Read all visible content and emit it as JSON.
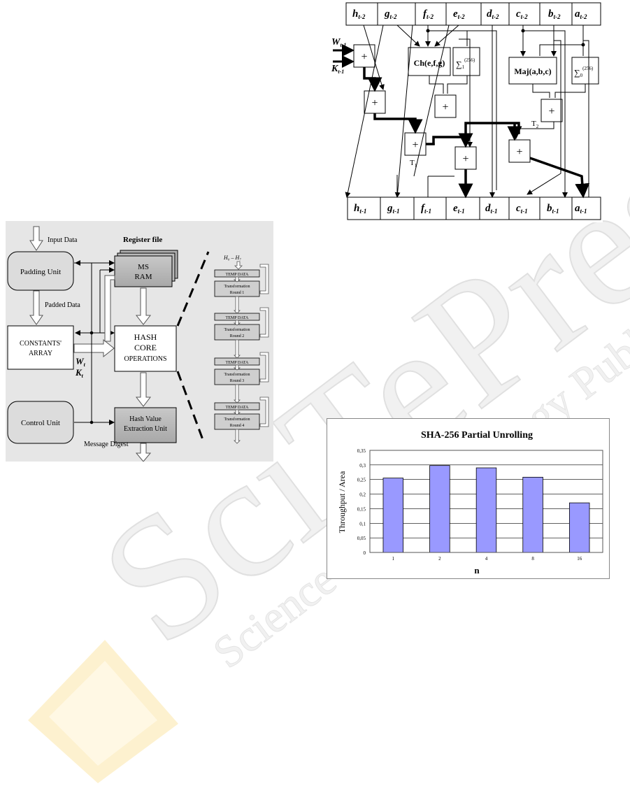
{
  "block_diagram": {
    "input_label": "Input Data",
    "padding_unit": "Padding Unit",
    "padded_label": "Padded Data",
    "constants_line1": "CONSTANTS'",
    "constants_line2": "ARRAY",
    "control_unit": "Control Unit",
    "register_file": "Register file",
    "ms_line1": "MS",
    "ms_line2": "RAM",
    "hash_line1": "HASH",
    "hash_line2": "CORE",
    "hash_line3": "OPERATIONS",
    "extract_line1": "Hash Value",
    "extract_line2": "Extraction Unit",
    "message_digest": "Message Digest",
    "w_label": "W",
    "w_sub": "t",
    "k_label": "K",
    "k_sub": "t",
    "h_range": "H₀ – H₇",
    "temp_data": "TEMP DATA",
    "transformation": "Transformation",
    "rounds": [
      "Round 1",
      "Round 2",
      "Round 3",
      "Round 4"
    ]
  },
  "round_diagram": {
    "top_registers": [
      {
        "letter": "h",
        "sub": "t-2"
      },
      {
        "letter": "g",
        "sub": "t-2"
      },
      {
        "letter": "f",
        "sub": "t-2"
      },
      {
        "letter": "e",
        "sub": "t-2"
      },
      {
        "letter": "d",
        "sub": "t-2"
      },
      {
        "letter": "c",
        "sub": "t-2"
      },
      {
        "letter": "b",
        "sub": "t-2"
      },
      {
        "letter": "a",
        "sub": "t-2"
      }
    ],
    "bottom_registers": [
      {
        "letter": "h",
        "sub": "t-1"
      },
      {
        "letter": "g",
        "sub": "t-1"
      },
      {
        "letter": "f",
        "sub": "t-1"
      },
      {
        "letter": "e",
        "sub": "t-1"
      },
      {
        "letter": "d",
        "sub": "t-1"
      },
      {
        "letter": "c",
        "sub": "t-1"
      },
      {
        "letter": "b",
        "sub": "t-1"
      },
      {
        "letter": "a",
        "sub": "t-1"
      }
    ],
    "w_label": "W",
    "w_sub": "t-1",
    "k_label": "K",
    "k_sub": "t-1",
    "ch_func": "Ch(e,f,g)",
    "maj_func": "Maj(a,b,c)",
    "sigma1": "∑",
    "sigma1_sub": "1",
    "sigma1_sup": "(256)",
    "sigma0": "∑",
    "sigma0_sub": "0",
    "sigma0_sup": "(256)",
    "plus": "+",
    "t1": "T",
    "t1_sub": "1",
    "t2": "T",
    "t2_sub": "2"
  },
  "chart_data": {
    "type": "bar",
    "title": "SHA-256 Partial Unrolling",
    "xlabel": "n",
    "ylabel": "Throughput / Area",
    "categories": [
      "1",
      "2",
      "4",
      "8",
      "16"
    ],
    "values": [
      0.255,
      0.298,
      0.29,
      0.258,
      0.17
    ],
    "ylim": [
      0,
      0.35
    ],
    "yticks": [
      "0",
      "0,05",
      "0,1",
      "0,15",
      "0,2",
      "0,25",
      "0,3",
      "0,35"
    ],
    "grid": true,
    "bar_color": "#9999ff",
    "plot_bg": "#ffffff"
  },
  "watermark": {
    "publisher": "SciTePress",
    "subtitle": "Science and Technology Publications",
    "color": "#e9e9e9",
    "logo_color": "#fdf0c8"
  }
}
